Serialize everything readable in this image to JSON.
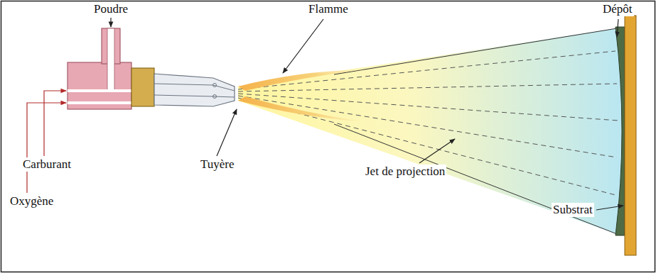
{
  "diagram": {
    "labels": [
      "Poudre",
      "Flamme",
      "Dépôt",
      "Carburant",
      "Tuyère",
      "Jet de projection",
      "Oxygène",
      "Substrat"
    ]
  }
}
